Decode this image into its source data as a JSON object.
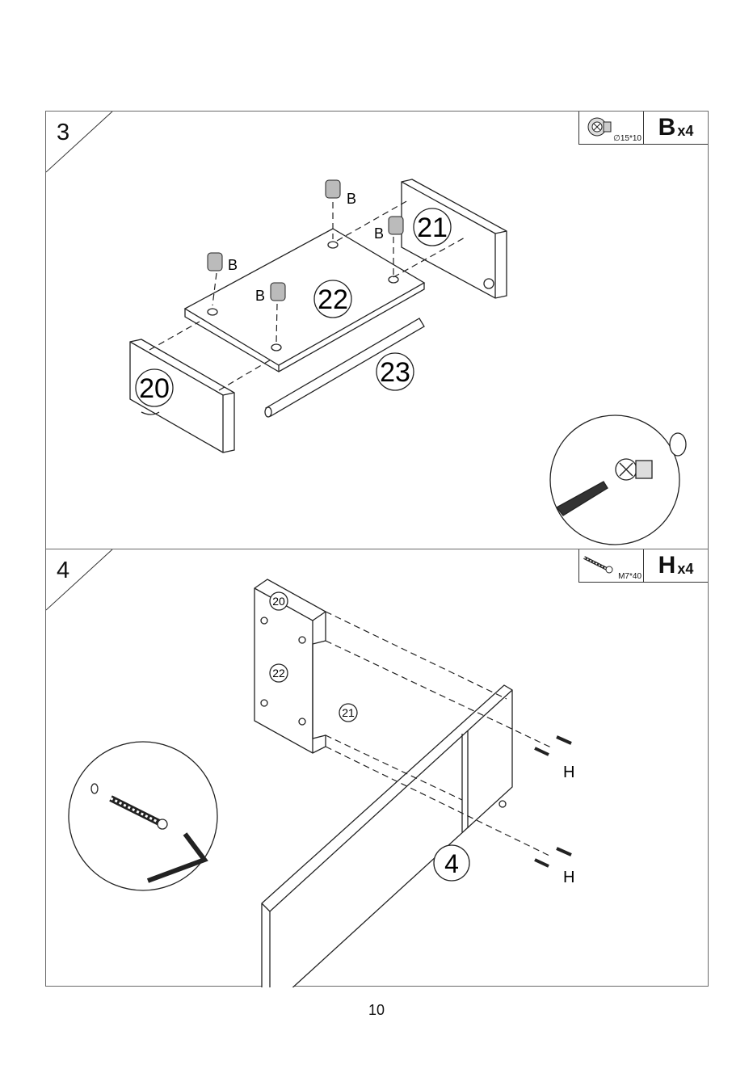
{
  "steps": [
    {
      "number": "3",
      "hardware": {
        "size": "∅15*10",
        "letter": "B",
        "multiplier": "x4",
        "icon": "cam-lock-icon"
      },
      "labels": {
        "part_a": "21",
        "part_b": "22",
        "part_c": "20",
        "part_d": "23",
        "fastener": "B"
      }
    },
    {
      "number": "4",
      "hardware": {
        "size": "M7*40",
        "letter": "H",
        "multiplier": "x4",
        "icon": "screw-icon"
      },
      "labels": {
        "part_a": "20",
        "part_b": "22",
        "part_c": "21",
        "panel": "4",
        "fastener": "H"
      }
    }
  ],
  "page": {
    "number": "10"
  }
}
